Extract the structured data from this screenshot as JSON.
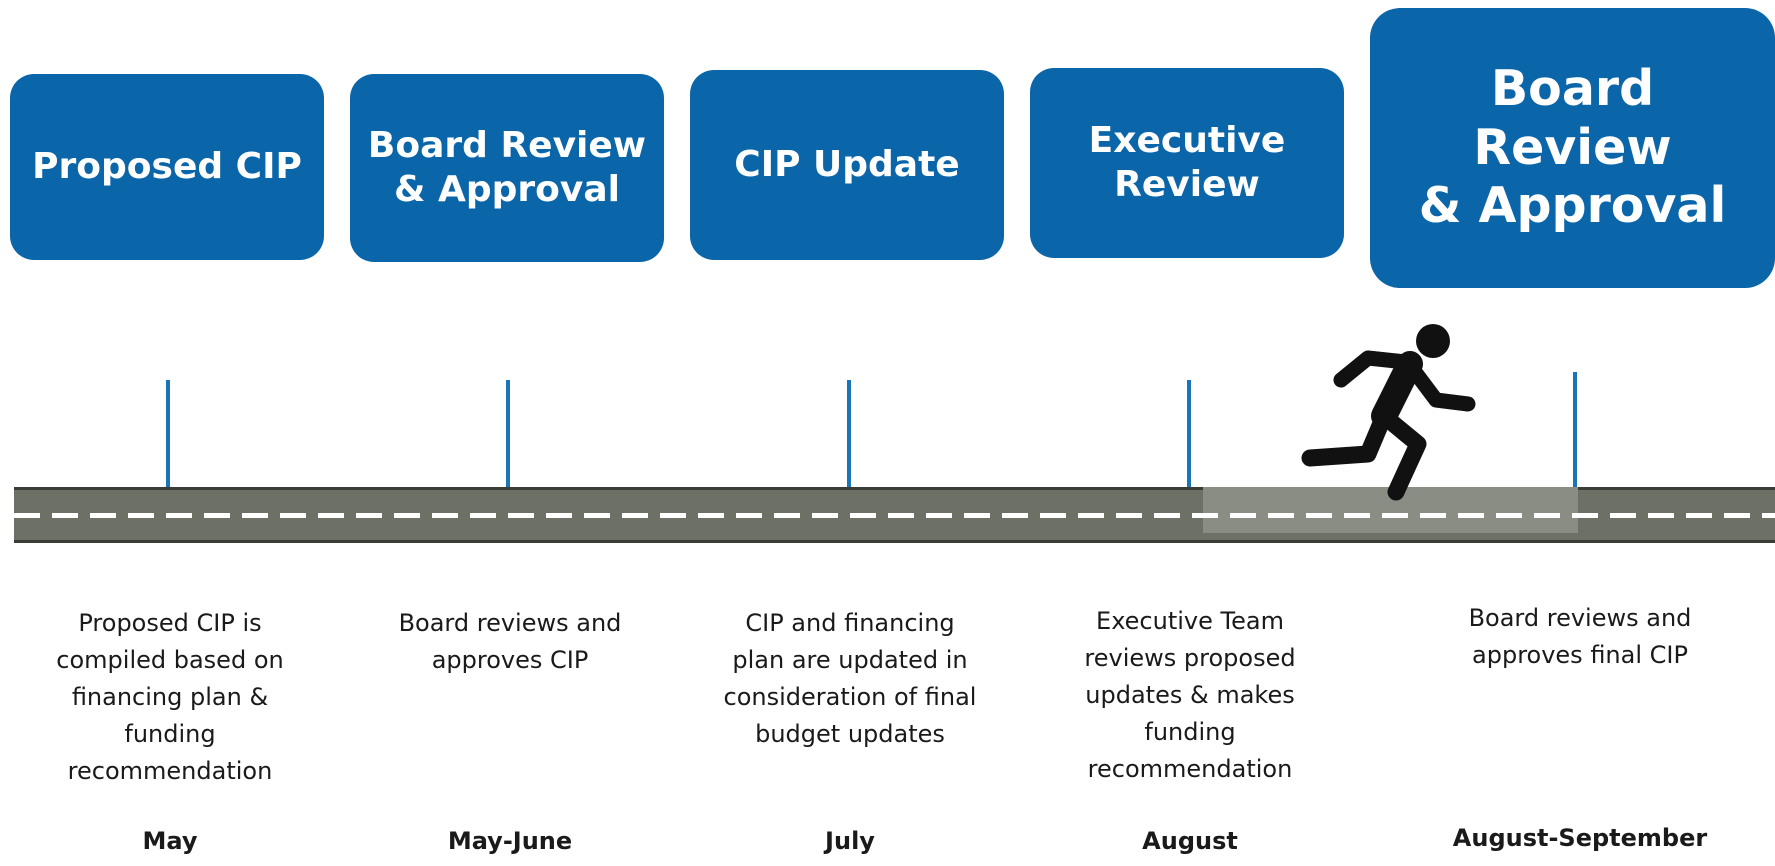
{
  "stages": [
    {
      "title": "Proposed CIP",
      "description": "Proposed CIP is\ncompiled based on\nfinancing plan &\nfunding\nrecommendation",
      "month": "May"
    },
    {
      "title": "Board Review\n& Approval",
      "description": "Board reviews and\napproves CIP",
      "month": "May-June"
    },
    {
      "title": "CIP Update",
      "description": "CIP and financing\nplan are updated in\nconsideration of final\nbudget updates",
      "month": "July"
    },
    {
      "title": "Executive\nReview",
      "description": "Executive Team\nreviews proposed\nupdates & makes\nfunding\nrecommendation",
      "month": "August"
    },
    {
      "title": "Board Review\n& Approval",
      "description": "Board reviews and\napproves final CIP",
      "month": "August-September"
    }
  ],
  "colors": {
    "box_fill": "#0b65a9",
    "tick": "#1a74b8",
    "road": "#6d7065",
    "road_current": "#8a8d84",
    "road_dash": "#ffffff",
    "runner": "#111111"
  },
  "icons": {
    "runner": "running-person-icon"
  },
  "current_stage_index": 4
}
